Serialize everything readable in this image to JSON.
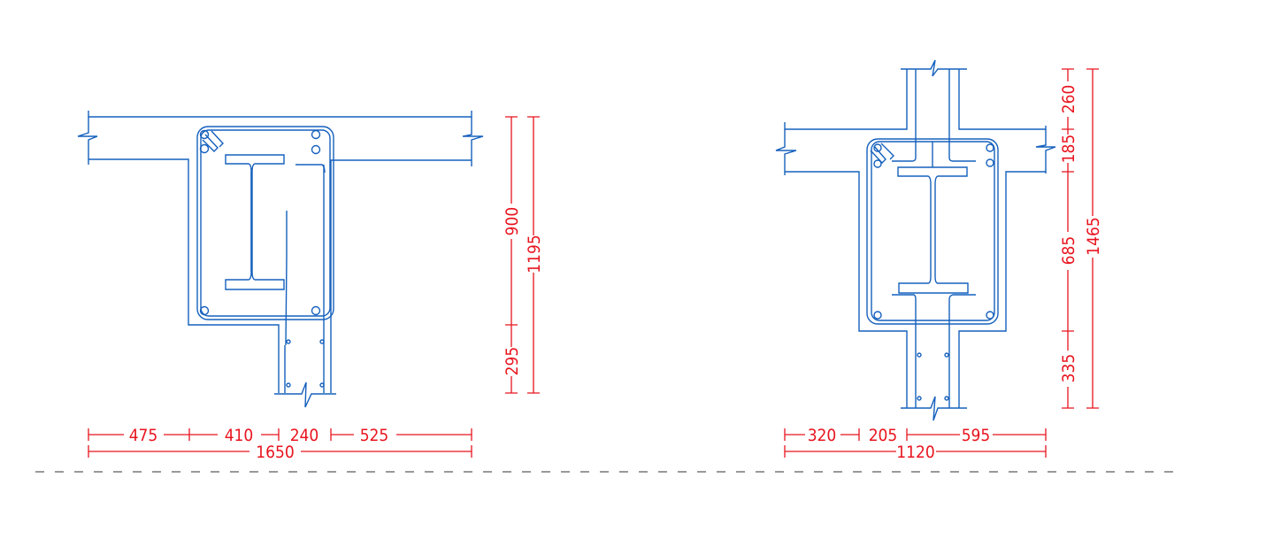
{
  "drawing": {
    "colors": {
      "structure": "#1560bd",
      "dimension": "#e8141e",
      "section_line": "#333333"
    },
    "left_section": {
      "horizontal_dims": [
        "475",
        "410",
        "240",
        "525"
      ],
      "total_width": "1650",
      "vertical_dims": [
        "900",
        "295"
      ],
      "total_height": "1195"
    },
    "right_section": {
      "horizontal_dims": [
        "320",
        "205",
        "595"
      ],
      "total_width": "1120",
      "vertical_dims": [
        "260",
        "185",
        "685",
        "335"
      ],
      "total_height": "1465"
    }
  }
}
